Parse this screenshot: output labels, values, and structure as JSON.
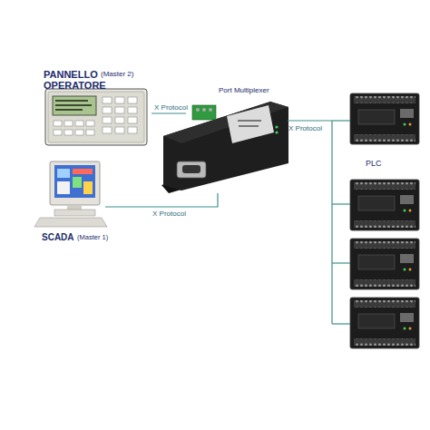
{
  "diagram": {
    "nodes": [
      {
        "text": [
          "PANNELLO OPERATORE",
          "(Master 2)"
        ]
      },
      {
        "text": [
          "Port Multiplexer"
        ]
      },
      {
        "text": [
          "PLC"
        ]
      },
      {
        "text": [
          "SCADA",
          "(Master 1)"
        ]
      }
    ],
    "edges": [
      {
        "from": 0,
        "to": 1,
        "arrow": "none",
        "label": "X Protocol"
      },
      {
        "from": 3,
        "to": 1,
        "arrow": "none",
        "label": "X Protocol"
      },
      {
        "from": 1,
        "to": 2,
        "arrow": "none",
        "label": "X Protocol"
      }
    ]
  }
}
